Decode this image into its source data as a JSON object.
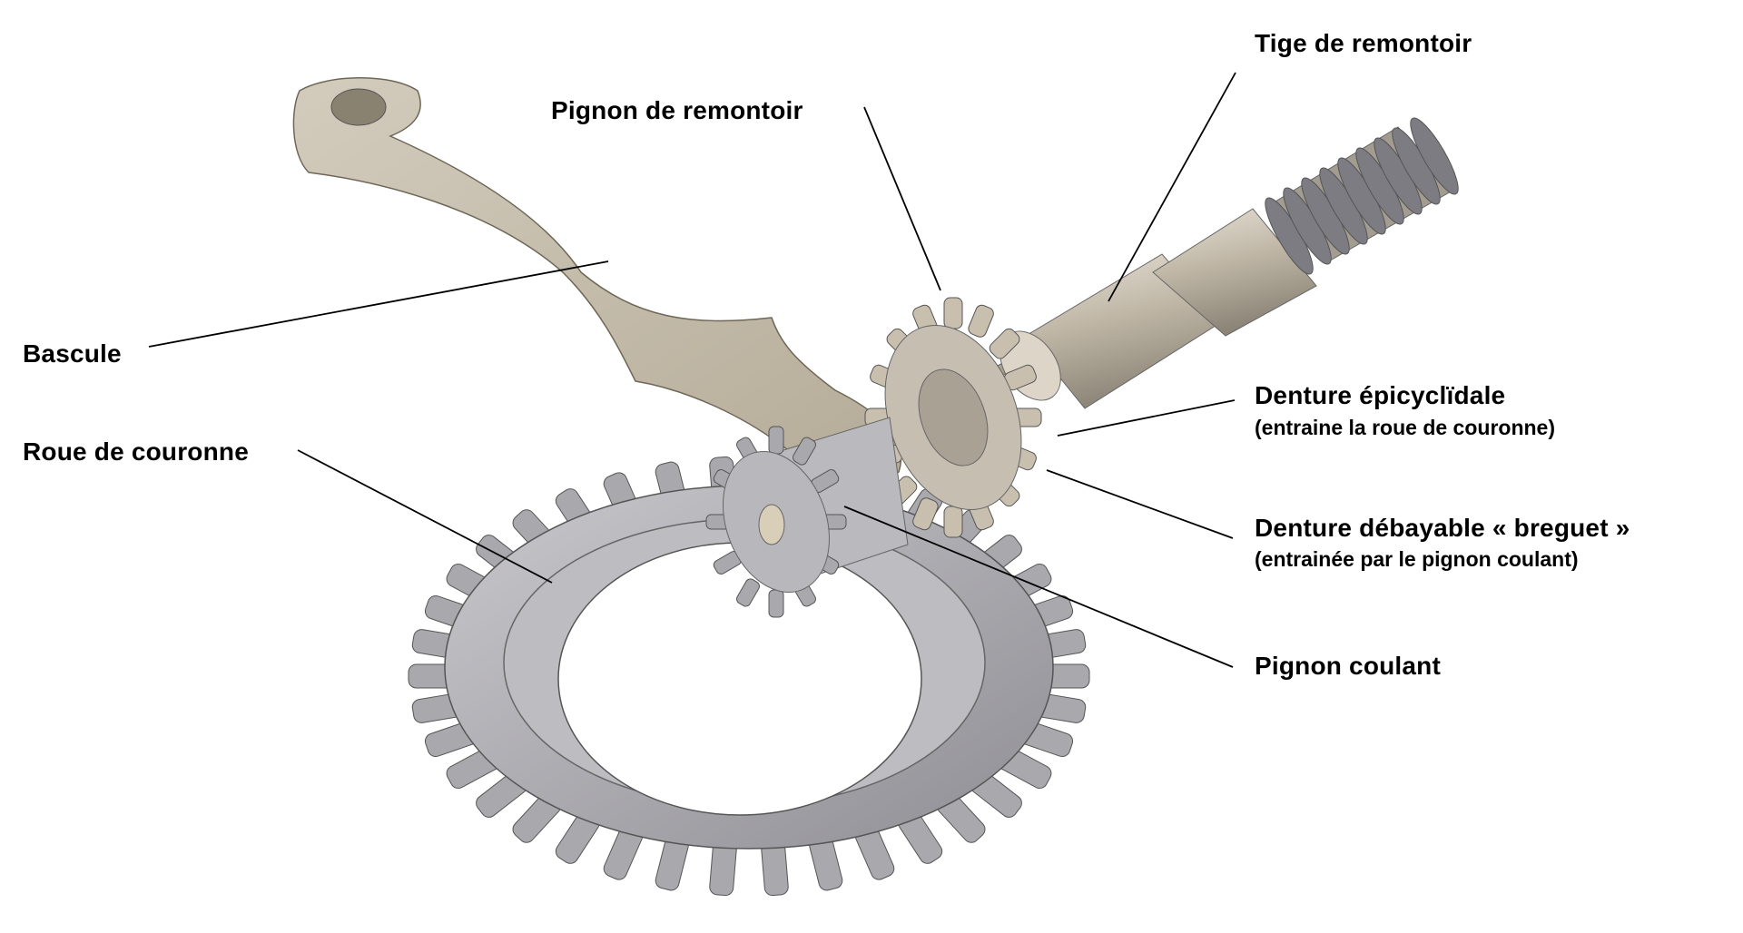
{
  "labels": {
    "tige": "Tige de remontoir",
    "pignon_remontoir": "Pignon de remontoir",
    "bascule": "Bascule",
    "roue_couronne": "Roue de couronne",
    "denture_epicycloidale": "Denture épicyclïdale",
    "denture_epicycloidale_sub": "(entraine la roue de couronne)",
    "denture_breguet": "Denture débayable « breguet »",
    "denture_breguet_sub": "(entrainée par le pignon coulant)",
    "pignon_coulant": "Pignon coulant"
  },
  "colors": {
    "steel": "#a9a8ad",
    "steel_dark": "#7d7c82",
    "brass": "#c9bfae",
    "line": "#000000"
  }
}
